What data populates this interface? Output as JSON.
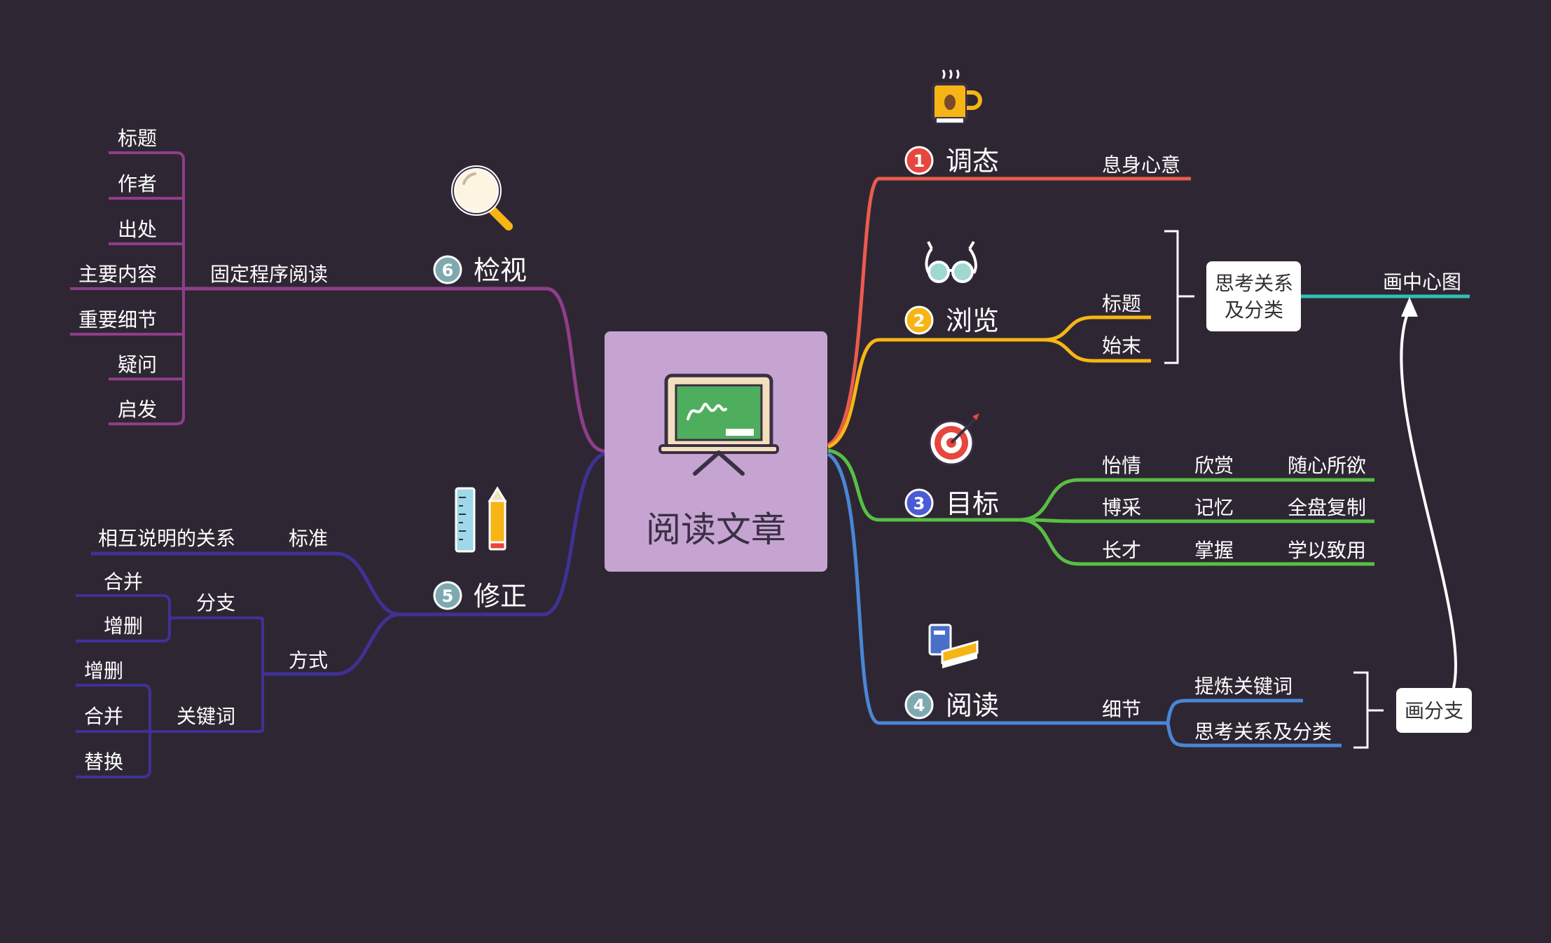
{
  "center": {
    "title": "阅读文章",
    "icon": "blackboard-icon"
  },
  "colors": {
    "background": "#2e2733",
    "center_box": "#c6a4d2",
    "b1": "#ec5b4d",
    "b2": "#f7b515",
    "b3": "#58bf45",
    "b4": "#4a86d6",
    "b5": "#3f3196",
    "b6": "#8e3e8a",
    "teal": "#2fbfb5"
  },
  "branches": {
    "b1": {
      "num": "1",
      "label": "调态",
      "icon": "coffee-cup-icon",
      "children": [
        "息身心意"
      ]
    },
    "b2": {
      "num": "2",
      "label": "浏览",
      "icon": "glasses-icon",
      "children": [
        "标题",
        "始末"
      ],
      "summary": {
        "line1": "思考关系",
        "line2": "及分类"
      },
      "target": "画中心图"
    },
    "b3": {
      "num": "3",
      "label": "目标",
      "icon": "target-icon",
      "rows": [
        [
          "怡情",
          "欣赏",
          "随心所欲"
        ],
        [
          "博采",
          "记忆",
          "全盘复制"
        ],
        [
          "长才",
          "掌握",
          "学以致用"
        ]
      ]
    },
    "b4": {
      "num": "4",
      "label": "阅读",
      "icon": "books-icon",
      "child": "细节",
      "grandchildren": [
        "提炼关键词",
        "思考关系及分类"
      ],
      "summary": "画分支"
    },
    "b5": {
      "num": "5",
      "label": "修正",
      "icon": "ruler-pencil-icon",
      "standard": {
        "label": "标准",
        "child": "相互说明的关系"
      },
      "method": {
        "label": "方式",
        "branch": {
          "label": "分支",
          "items": [
            "合并",
            "增删"
          ]
        },
        "keyword": {
          "label": "关键词",
          "items": [
            "增删",
            "合并",
            "替换"
          ]
        }
      }
    },
    "b6": {
      "num": "6",
      "label": "检视",
      "icon": "magnifier-icon",
      "child": "固定程序阅读",
      "items": [
        "标题",
        "作者",
        "出处",
        "主要内容",
        "重要细节",
        "疑问",
        "启发"
      ]
    }
  }
}
